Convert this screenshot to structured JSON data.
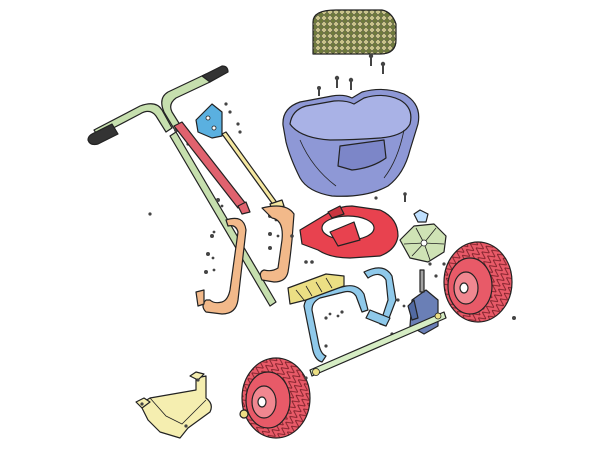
{
  "colors": {
    "background": "#ffffff",
    "outline": "#222222",
    "hopper": "#8e98d6",
    "hopper_rim": "#a9b2e6",
    "lid": "#6e7a3c",
    "lid_texture": "#c9c38a",
    "handle": "#c6dfae",
    "grips": "#333333",
    "shift_rod": "#e0626e",
    "control_rod": "#f5e7a0",
    "bracket": "#5ab0e0",
    "frame_upper": "#f2b98a",
    "frame_lower": "#8fc9ea",
    "spreader_base": "#e8424f",
    "impeller": "#cfe3b5",
    "gearbox": "#6a7fb6",
    "wheels": "#e85a68",
    "axle": "#d6edc4",
    "leg_stand": "#f5eeb0",
    "shield": "#ecdf84"
  },
  "parts": [
    {
      "id": "hopper-lid",
      "color_key": "lid"
    },
    {
      "id": "hopper",
      "color_key": "hopper"
    },
    {
      "id": "handle",
      "color_key": "handle"
    },
    {
      "id": "shift-rod",
      "color_key": "shift_rod"
    },
    {
      "id": "control-bracket",
      "color_key": "bracket"
    },
    {
      "id": "upper-frame",
      "color_key": "frame_upper"
    },
    {
      "id": "spreader-base",
      "color_key": "spreader_base"
    },
    {
      "id": "impeller",
      "color_key": "impeller"
    },
    {
      "id": "gearbox",
      "color_key": "gearbox"
    },
    {
      "id": "lower-frame",
      "color_key": "frame_lower"
    },
    {
      "id": "deflector-shield",
      "color_key": "shield"
    },
    {
      "id": "axle",
      "color_key": "axle"
    },
    {
      "id": "wheel-right",
      "color_key": "wheels"
    },
    {
      "id": "wheel-left",
      "color_key": "wheels"
    },
    {
      "id": "leg-stand",
      "color_key": "leg_stand"
    }
  ]
}
